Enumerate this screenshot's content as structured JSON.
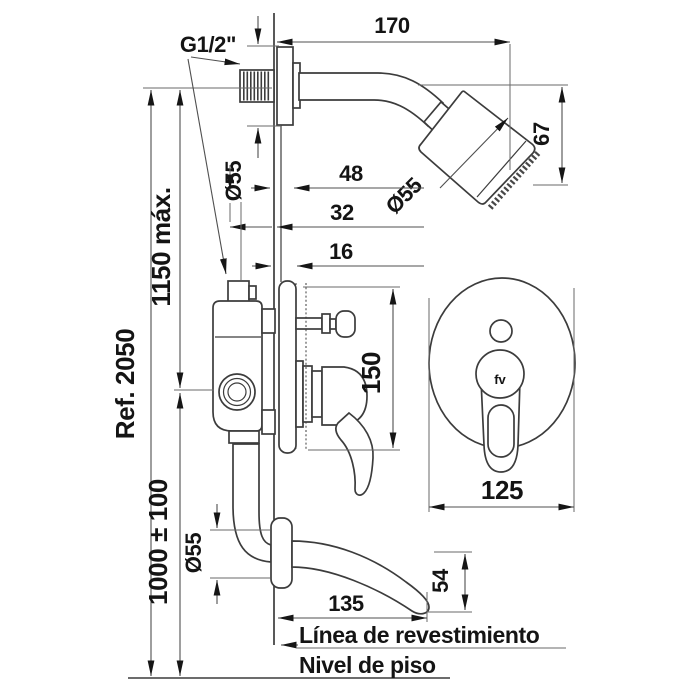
{
  "drawing": {
    "thread_label": "G1/2\"",
    "dims": {
      "arm_reach": "170",
      "head_height": "67",
      "head_diameter": "Ø55",
      "flange_diameter": "Ø55",
      "depth_a": "48",
      "depth_b": "32",
      "depth_c": "16",
      "body_height": "150",
      "height_max": "1150 máx.",
      "reference": "Ref. 2050",
      "spout_height": "1000 ± 100",
      "plate_width": "125",
      "spout_flange_diameter": "Ø55",
      "spout_reach": "135",
      "spout_drop": "54"
    },
    "annotations": {
      "finish_line": "Línea de revestimiento",
      "floor_line": "Nivel de piso"
    },
    "logo": "fv",
    "colors": {
      "line": "#3c3c3c",
      "dimension": "#4f4f4f",
      "text": "#141414",
      "background": "#ffffff"
    }
  }
}
